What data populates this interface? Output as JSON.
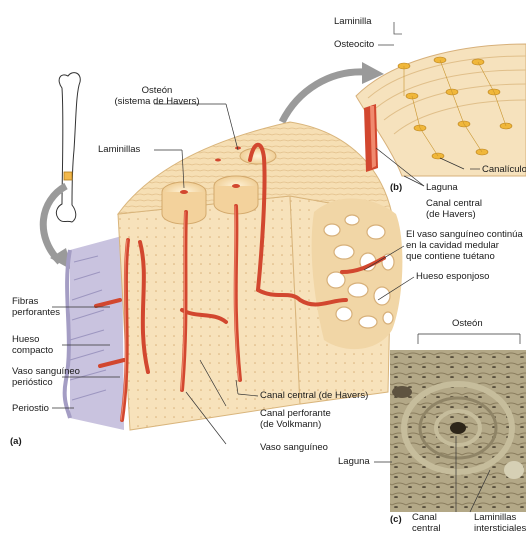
{
  "panels": {
    "a": "(a)",
    "b": "(b)",
    "c": "(c)"
  },
  "labels": {
    "osteon_sistema_l1": "Osteón",
    "osteon_sistema_l2": "(sistema de Havers)",
    "laminillas": "Laminillas",
    "fibras_l1": "Fibras",
    "fibras_l2": "perforantes",
    "hueso_l1": "Hueso",
    "hueso_l2": "compacto",
    "vaso_perio_l1": "Vaso sanguíneo",
    "vaso_perio_l2": "perióstico",
    "periostio": "Periostio",
    "laminilla": "Laminilla",
    "osteocito": "Osteocito",
    "canaliculo": "Canalículo",
    "laguna_b": "Laguna",
    "canal_central_b_l1": "Canal central",
    "canal_central_b_l2": "(de Havers)",
    "vaso_continua_l1": "El vaso sanguíneo continúa",
    "vaso_continua_l2": "en la cavidad medular",
    "vaso_continua_l3": "que contiene tuétano",
    "hueso_esponjoso": "Hueso esponjoso",
    "canal_central_havers": "Canal central (de Havers)",
    "canal_perforante_l1": "Canal perforante",
    "canal_perforante_l2": "(de Volkmann)",
    "vaso_sanguineo": "Vaso sanguíneo",
    "osteon_c": "Osteón",
    "laguna_c": "Laguna",
    "canal_central_c_l1": "Canal",
    "canal_central_c_l2": "central",
    "laminillas_int_l1": "Laminillas",
    "laminillas_int_l2": "intersticiales"
  },
  "colors": {
    "bone": "#f6dfb4",
    "bone_dark": "#e9c48e",
    "bone_light": "#fbeccf",
    "vessel": "#d2472f",
    "vessel_dark": "#a8311f",
    "periosteum": "#c9c3df",
    "arrow": "#9a9a9a",
    "osteocyte": "#f0b73a"
  }
}
